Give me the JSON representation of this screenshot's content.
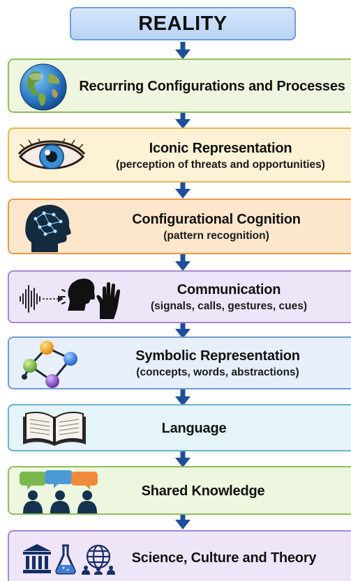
{
  "top": {
    "label": "REALITY"
  },
  "stages": [
    {
      "title": "Recurring Configurations and Processes",
      "subtitle": "",
      "icon": "globe-icon",
      "fill": "#eef6df",
      "border": "#8fbf5a"
    },
    {
      "title": "Iconic Representation",
      "subtitle": "(perception of threats and opportunities)",
      "icon": "eye-icon",
      "fill": "#fdf1d6",
      "border": "#e6b84f"
    },
    {
      "title": "Configurational Cognition",
      "subtitle": "(pattern recognition)",
      "icon": "brain-network-head-icon",
      "fill": "#fde7cc",
      "border": "#e49a47"
    },
    {
      "title": "Communication",
      "subtitle": "(signals, calls, gestures, cues)",
      "icon": "soundwave-speaker-hand-icon",
      "fill": "#efe5f8",
      "border": "#a688cf"
    },
    {
      "title": "Symbolic Representation",
      "subtitle": "(concepts, words, abstractions)",
      "icon": "molecule-network-icon",
      "fill": "#e7f0fa",
      "border": "#6f9bd2"
    },
    {
      "title": "Language",
      "subtitle": "",
      "icon": "open-book-icon",
      "fill": "#e5f4f8",
      "border": "#6bb3c9"
    },
    {
      "title": "Shared Knowledge",
      "subtitle": "",
      "icon": "people-speech-bubbles-icon",
      "fill": "#edf6df",
      "border": "#8fbf5a"
    },
    {
      "title": "Science, Culture and Theory",
      "subtitle": "",
      "icon": "museum-flask-globe-icon",
      "fill": "#efe5f8",
      "border": "#a688cf"
    }
  ],
  "connector_color": "#1f4e9a"
}
